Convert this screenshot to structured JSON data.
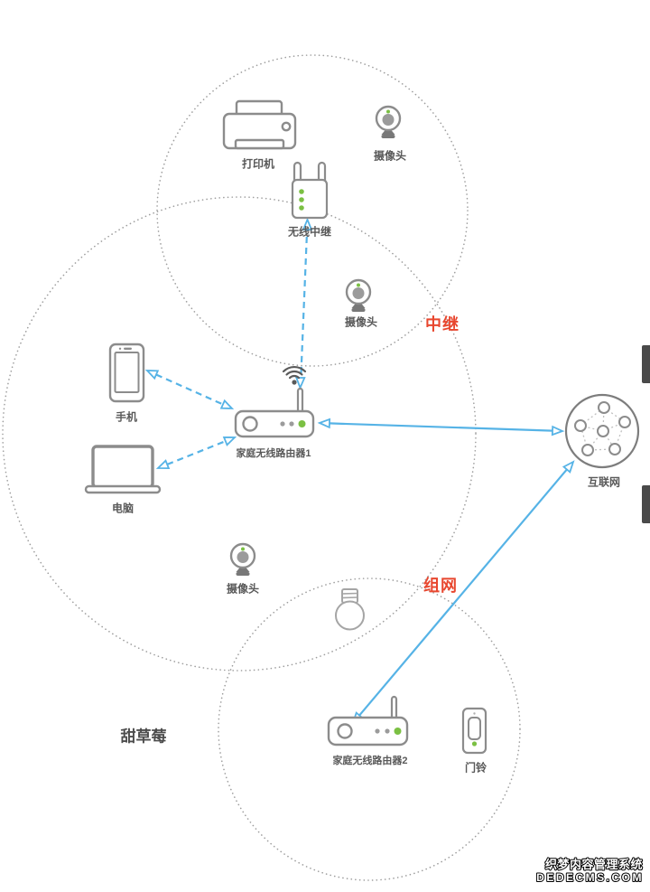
{
  "colors": {
    "accent_blue": "#56b3e6",
    "accent_red": "#e8472f",
    "icon_gray": "#8c8c8c",
    "text_gray": "#595959",
    "status_green": "#7bc043"
  },
  "devices": {
    "printer": {
      "label": "打印机"
    },
    "camera_top": {
      "label": "摄像头"
    },
    "repeater": {
      "label": "无线中继"
    },
    "camera_mid": {
      "label": "摄像头"
    },
    "phone": {
      "label": "手机"
    },
    "router1": {
      "label": "家庭无线路由器1"
    },
    "computer": {
      "label": "电脑"
    },
    "camera_bottom": {
      "label": "摄像头"
    },
    "router2": {
      "label": "家庭无线路由器2"
    },
    "doorbell": {
      "label": "门铃"
    },
    "internet": {
      "label": "互联网"
    }
  },
  "annotations": {
    "relay": "中继",
    "mesh": "组网",
    "author": "甜草莓"
  },
  "watermark": {
    "line1": "织梦内容管理系统",
    "line2": "DEDECMS.COM"
  }
}
